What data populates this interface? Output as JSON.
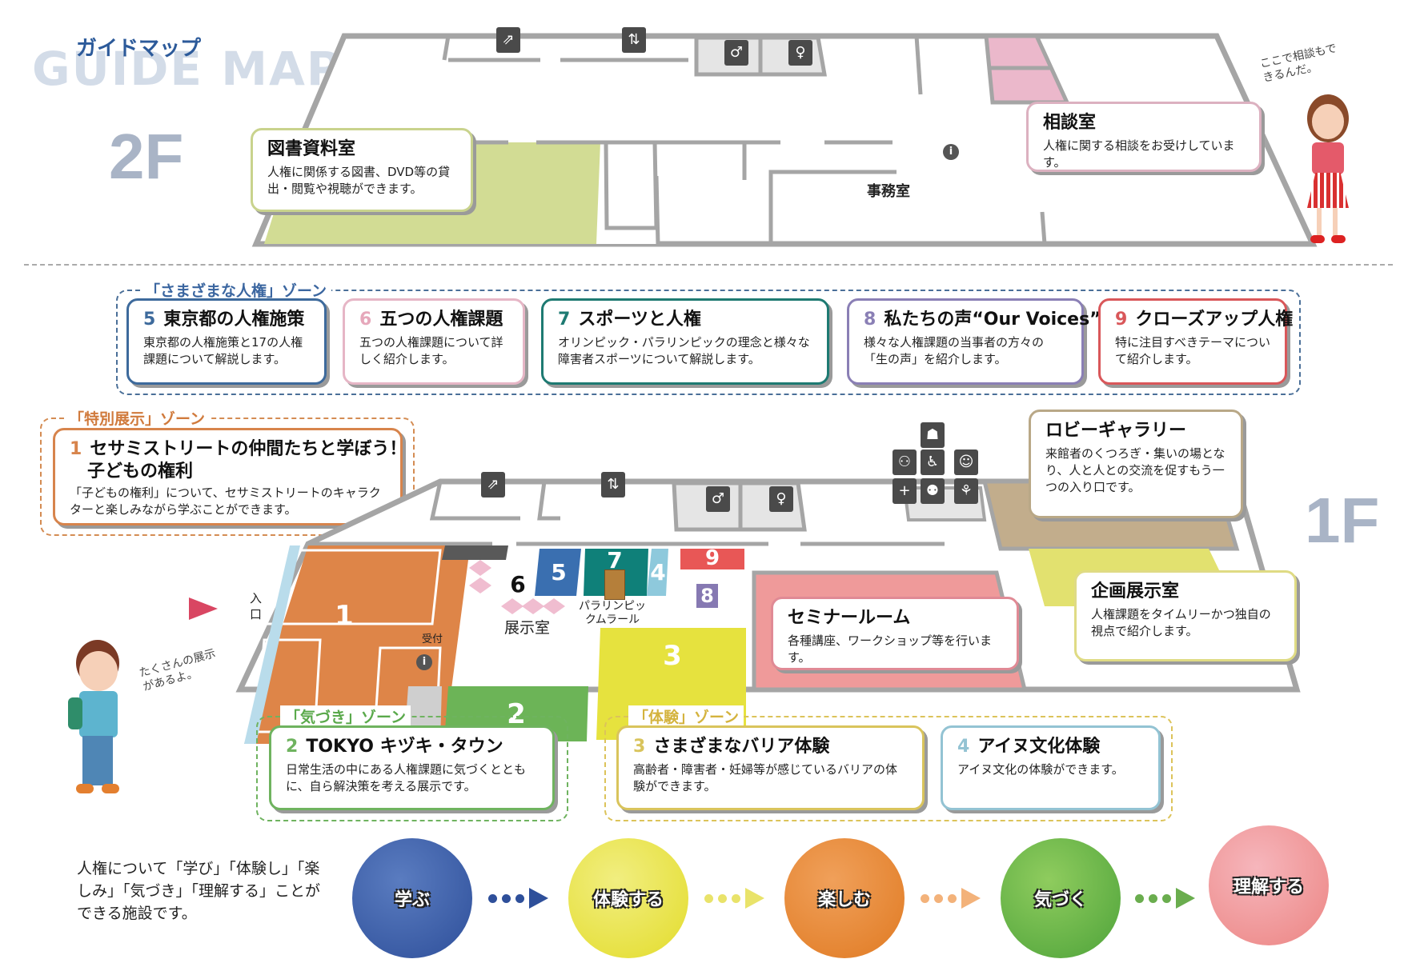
{
  "header": {
    "title_jp": "ガイドマップ",
    "title_en": "GUIDE MAP"
  },
  "floors": {
    "f2": "2F",
    "f1": "1F"
  },
  "colors": {
    "library": "#d2dc94",
    "consult": "#ebb8cb",
    "orange": "#de8548",
    "green": "#6cb457",
    "yellow": "#e6e23e",
    "seminar": "#ef9a9a",
    "lobby": "#c2ad8c",
    "kikaku": "#e2e16f",
    "wall": "#a5a5a5",
    "zone_blue": "#4a6f98",
    "zone_orange": "#d48c53",
    "zone_green": "#6fb35f",
    "zone_yellow": "#dcc35a"
  },
  "f2": {
    "library": {
      "title": "図書資料室",
      "desc": "人権に関係する図書、DVD等の貸出・閲覧や視聴ができます。"
    },
    "consult": {
      "title": "相談室",
      "desc": "人権に関する相談をお受けしています。"
    },
    "office_label": "事務室",
    "girl_bubble": "ここで相談もできるんだ。",
    "icons": [
      "stairs-icon",
      "elevator-icon",
      "mens-restroom-icon",
      "womens-restroom-icon",
      "info-icon"
    ]
  },
  "zones": {
    "samazama": {
      "label": "「さまざまな人権」ゾーン",
      "cards": [
        {
          "num": "5",
          "title": "東京都の人権施策",
          "desc": "東京都の人権施策と17の人権課題について解説します。",
          "color": "#3d6a9c"
        },
        {
          "num": "6",
          "title": "五つの人権課題",
          "desc": "五つの人権課題について詳しく紹介します。",
          "color": "#e6b6c6"
        },
        {
          "num": "7",
          "title": "スポーツと人権",
          "desc": "オリンピック・パラリンピックの理念と様々な障害者スポーツについて解説します。",
          "color": "#1e7a72"
        },
        {
          "num": "8",
          "title": "私たちの声“Our Voices”",
          "desc": "様々な人権課題の当事者の方々の「生の声」を紹介します。",
          "color": "#8a7fb5"
        },
        {
          "num": "9",
          "title": "クローズアップ人権",
          "desc": "特に注目すべきテーマについて紹介します。",
          "color": "#d9575a"
        }
      ]
    },
    "tokubetsu": {
      "label": "「特別展示」ゾーン",
      "card": {
        "num": "1",
        "title": "セサミストリートの仲間たちと学ぼう！",
        "title2": "子どもの権利",
        "desc": "「子どもの権利」について、セサミストリートのキャラクターと楽しみながら学ぶことができます。",
        "color": "#d7844c"
      }
    },
    "kizuki": {
      "label": "「気づき」ゾーン",
      "card": {
        "num": "2",
        "title": "TOKYO キヅキ・タウン",
        "desc": "日常生活の中にある人権課題に気づくとともに、自ら解決策を考える展示です。",
        "color": "#6fb35f"
      }
    },
    "taiken": {
      "label": "「体験」ゾーン",
      "cards": [
        {
          "num": "3",
          "title": "さまざまなバリア体験",
          "desc": "高齢者・障害者・妊婦等が感じているバリアの体験ができます。",
          "color": "#d9c45c"
        },
        {
          "num": "4",
          "title": "アイヌ文化体験",
          "desc": "アイヌ文化の体験ができます。",
          "color": "#93c3d3"
        }
      ]
    }
  },
  "f1": {
    "lobby": {
      "title": "ロビーギャラリー",
      "desc": "来館者のくつろぎ・集いの場となり、人と人との交流を促すもう一つの入り口です。"
    },
    "kikaku": {
      "title": "企画展示室",
      "desc": "人権課題をタイムリーかつ独自の視点で紹介します。"
    },
    "seminar": {
      "title": "セミナールーム",
      "desc": "各種講座、ワークショップ等を行います。"
    },
    "entrance": "入口",
    "reception": "受付",
    "exhibit_room": "展示室",
    "mural": "パラリンピックムラール",
    "areas": {
      "a1": "1",
      "a2": "2",
      "a3": "3",
      "a4": "4",
      "a5": "5",
      "a6": "6",
      "a7": "7",
      "a8": "8",
      "a9": "9"
    },
    "boy_bubble": "たくさんの展示があるよ。",
    "icons": [
      "stairs-icon",
      "elevator-icon",
      "mens-restroom-icon",
      "womens-restroom-icon",
      "family-restroom-icon",
      "wheelchair-icon",
      "baby-changing-icon",
      "nursing-room-icon",
      "first-aid-icon",
      "ostomate-icon"
    ]
  },
  "footer": {
    "text": "人権について「学び」「体験し」「楽しみ」「気づき」「理解する」ことができる施設です。",
    "steps": [
      {
        "label": "学ぶ",
        "color": "#3a5ea8"
      },
      {
        "label": "体験する",
        "color": "#e8e23c"
      },
      {
        "label": "楽しむ",
        "color": "#e5832e"
      },
      {
        "label": "気づく",
        "color": "#5eae3c"
      },
      {
        "label": "理解する",
        "color": "#ef8d92"
      }
    ]
  }
}
